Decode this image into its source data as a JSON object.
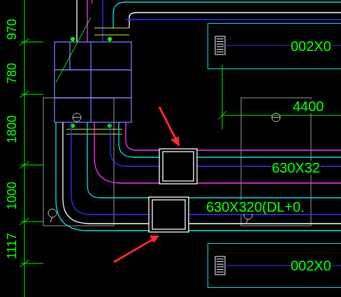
{
  "diagram": {
    "nodes": [
      {
        "text": [
          "002X0"
        ]
      },
      {
        "text": [
          "002X0"
        ]
      }
    ],
    "labels": [
      "970",
      "780",
      "1800",
      "1000",
      "1117",
      "4400",
      "630X32",
      "630X320(DL+0."
    ]
  }
}
